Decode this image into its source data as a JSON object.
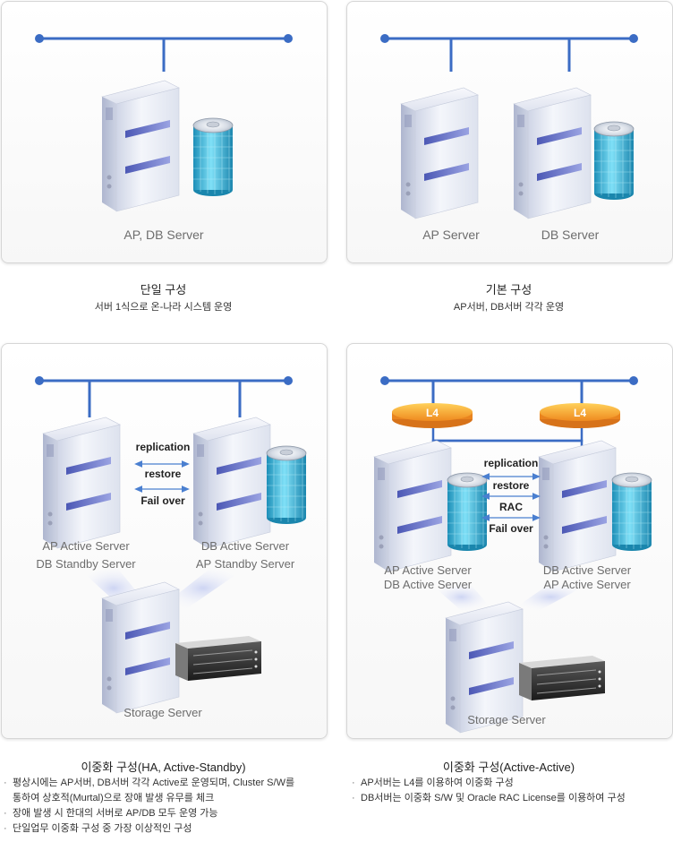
{
  "panels": [
    {
      "labels": [
        "AP, DB Server"
      ],
      "caption_title": "단일 구성",
      "caption_sub": "서버 1식으로 온-나라 시스템 운영"
    },
    {
      "labels": [
        "AP Server",
        "DB Server"
      ],
      "caption_title": "기본 구성",
      "caption_sub": "AP서버, DB서버 각각 운영"
    },
    {
      "labels": [
        "AP Active Server",
        "DB Standby Server",
        "DB Active Server",
        "AP Standby Server",
        "Storage Server"
      ],
      "arrows": [
        "replication",
        "restore",
        "Fail over"
      ],
      "caption_title": "이중화 구성(HA, Active-Standby)",
      "bullets": [
        "평상시에는 AP서버, DB서버 각각 Active로 운영되며, Cluster S/W를",
        "통하여 상호적(Murtal)으로 장애 발생 유무를 체크",
        "장애 발생 시 한대의 서버로 AP/DB 모두 운영 가능",
        "단일업무 이중화 구성 중 가장 이상적인 구성"
      ]
    },
    {
      "labels": [
        "AP Active Server",
        "DB Active Server",
        "DB Active Server",
        "AP Active Server",
        "Storage Server"
      ],
      "arrows": [
        "replication",
        "restore",
        "RAC",
        "Fail over"
      ],
      "l4": [
        "L4",
        "L4"
      ],
      "caption_title": "이중화 구성(Active-Active)",
      "bullets": [
        "AP서버는 L4를 이용하여 이중화 구성",
        "DB서버는 이중화 S/W 및 Oracle RAC License를 이용하여 구성"
      ]
    }
  ],
  "colors": {
    "network_line": "#3b6cc4",
    "server_body": "#e4e8f3",
    "server_accent": "#6d78c8",
    "db_cylinder": "#38b8de",
    "l4_disk": "#f39a2a",
    "arrow": "#4a7fd0"
  }
}
